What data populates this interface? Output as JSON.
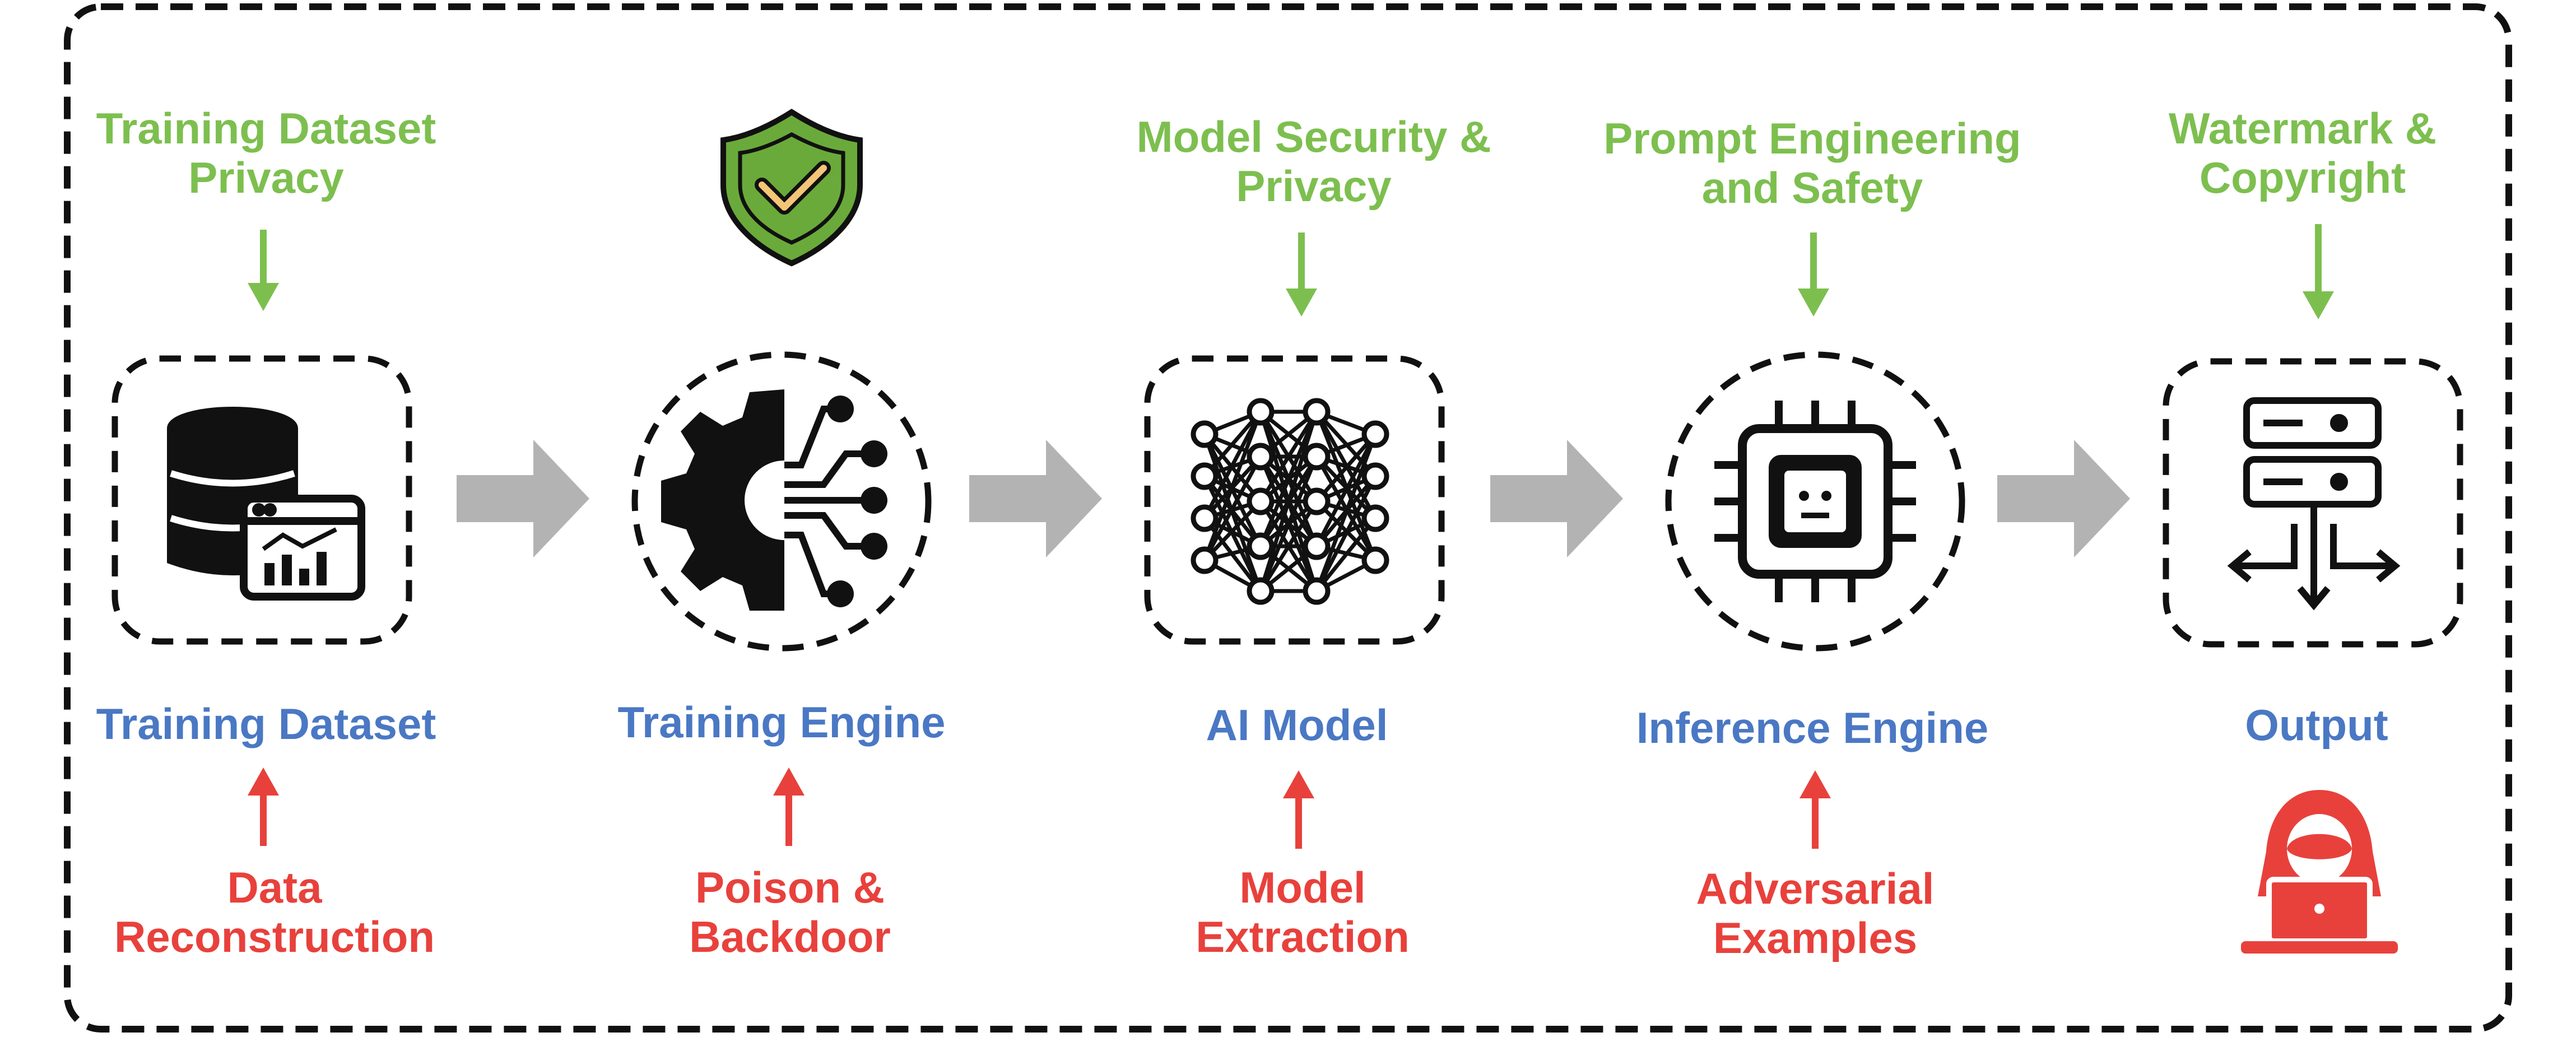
{
  "colors": {
    "defense": "#7dbf4f",
    "stage": "#4a78c4",
    "attack": "#e8413c",
    "flow_arrow": "#b3b3b3",
    "shield": "#6aaa3a"
  },
  "pipeline": [
    {
      "stage": "Training Dataset",
      "defense": "Training Dataset\nPrivacy",
      "attack": "Data\nReconstruction",
      "icon": "database-chart-icon"
    },
    {
      "stage": "Training Engine",
      "defense": "",
      "attack": "Poison &\nBackdoor",
      "icon": "gear-circuit-icon"
    },
    {
      "stage": "AI Model",
      "defense": "Model Security &\nPrivacy",
      "attack": "Model\nExtraction",
      "icon": "neural-network-icon"
    },
    {
      "stage": "Inference Engine",
      "defense": "Prompt Engineering\nand Safety",
      "attack": "Adversarial\nExamples",
      "icon": "ai-chip-icon"
    },
    {
      "stage": "Output",
      "defense": "Watermark &\nCopyright",
      "attack": "",
      "icon": "server-output-icon"
    }
  ],
  "decorations": {
    "shield_icon": "shield-check-icon",
    "hacker_icon": "hacker-laptop-icon"
  }
}
